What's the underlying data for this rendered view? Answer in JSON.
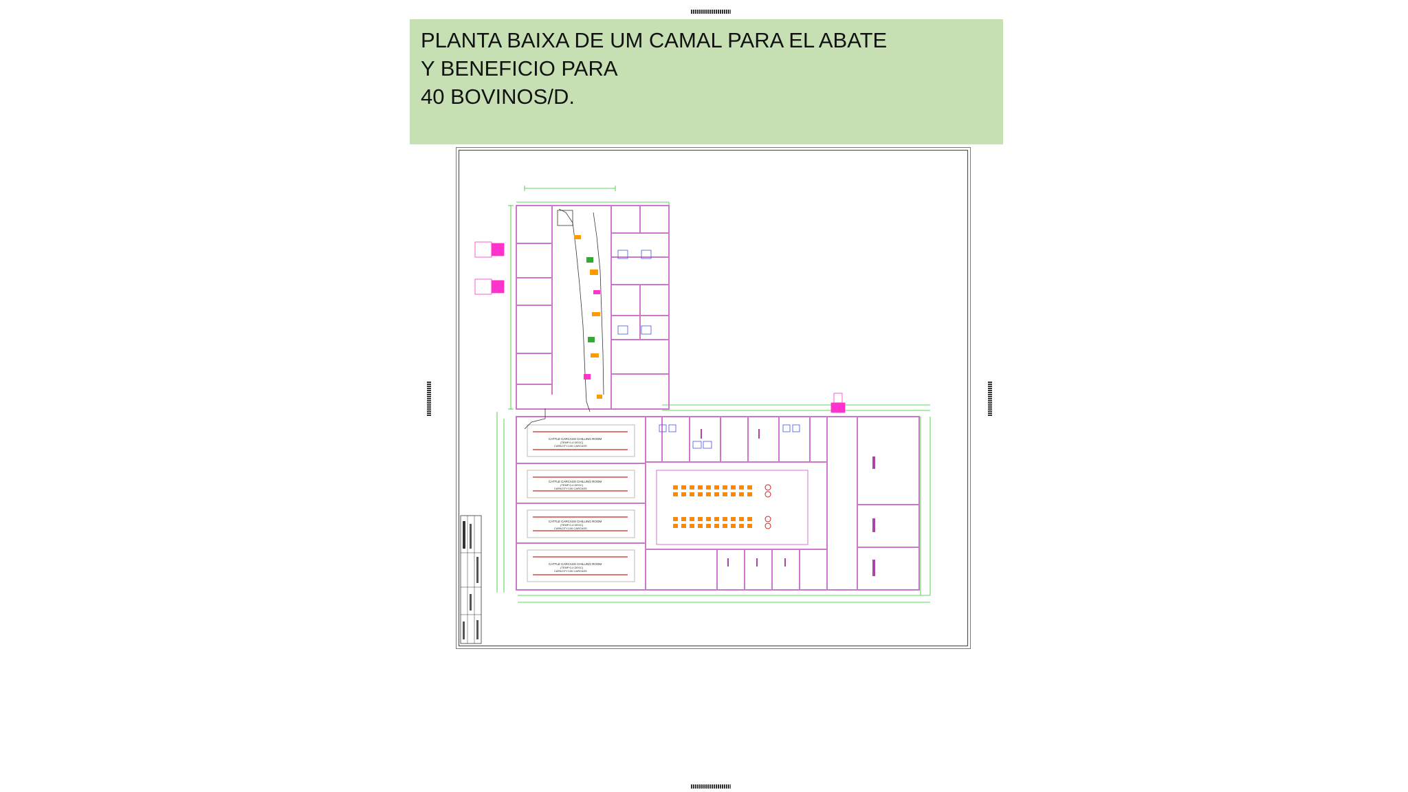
{
  "title": {
    "line1": "PLANTA BAIXA DE UM CAMAL PARA EL ABATE",
    "line2": "Y BENEFICIO  PARA",
    "line3": "40 BOVINOS/D."
  },
  "colors": {
    "title_background": "#c6e0b4",
    "wall": "#cc77cc",
    "dimension": "#22cc22",
    "truck": "#ff33cc",
    "rail": "#cc2222",
    "equipment": "#ff8800"
  },
  "rooms": {
    "chilling_title": "CATTLE CARCASS CHILLING ROOM",
    "chilling_temp": "(TEMP:0-4 DEGC)",
    "chilling_capacity": "CAPACITY:100 CARCASS"
  }
}
